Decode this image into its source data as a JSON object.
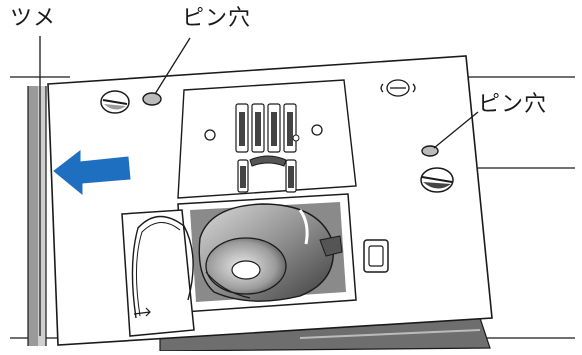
{
  "labels": {
    "tab": "ツメ",
    "pin_hole_top": "ピン穴",
    "pin_hole_right": "ピン穴"
  },
  "colors": {
    "arrow": "#1f6fc0",
    "line": "#1a1a1a",
    "plate_fill": "#ffffff",
    "shade_dark": "#555555",
    "shade_light": "#bdbdbd"
  },
  "icons": {
    "direction_arrow": "arrow-left-icon",
    "rotation_symbol": "rotate-icon"
  }
}
